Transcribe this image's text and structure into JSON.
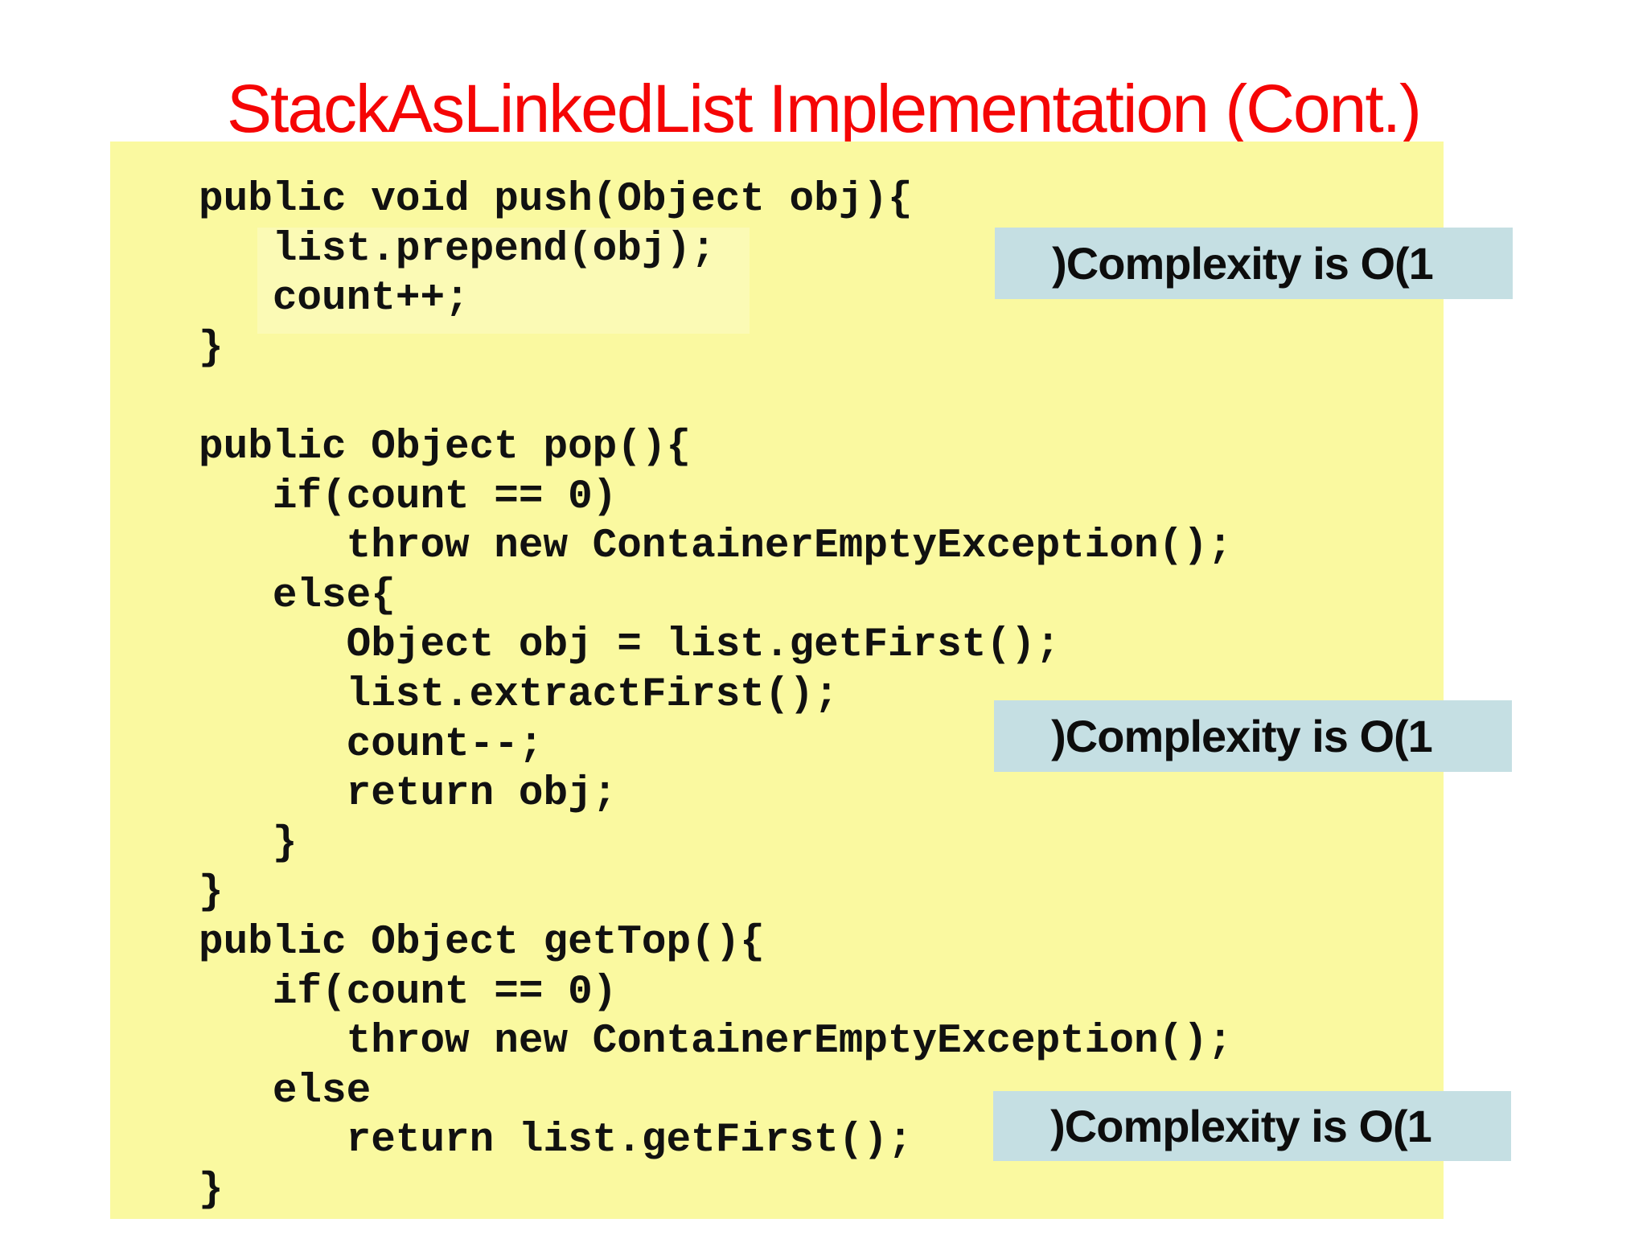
{
  "title": "StackAsLinkedList Implementation (Cont.)",
  "code": {
    "lines": [
      "public void push(Object obj){",
      "   list.prepend(obj);",
      "   count++;",
      "}",
      "",
      "public Object pop(){",
      "   if(count == 0)",
      "      throw new ContainerEmptyException();",
      "   else{",
      "      Object obj = list.getFirst();",
      "      list.extractFirst();",
      "      count--;",
      "      return obj;",
      "   }",
      "}",
      "public Object getTop(){",
      "   if(count == 0)",
      "      throw new ContainerEmptyException();",
      "   else",
      "      return list.getFirst();",
      "}"
    ]
  },
  "complexity": {
    "label": ")Complexity is O(1"
  },
  "colors": {
    "title_red": "#f50505",
    "panel_yellow": "#faf9a0",
    "badge_blue": "#c5dfe3",
    "code_black": "#111111",
    "page_white": "#ffffff"
  }
}
